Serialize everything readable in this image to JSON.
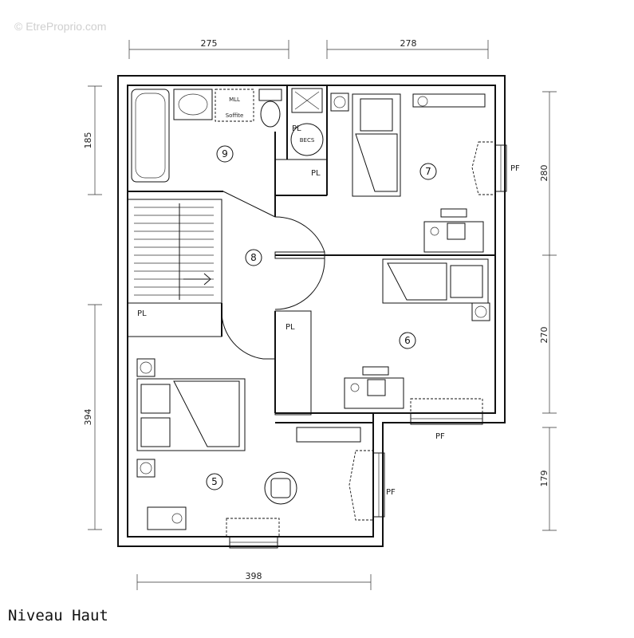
{
  "watermark": "© EtreProprio.com",
  "title": "Niveau Haut",
  "dimensions": {
    "top_left": "275",
    "top_right": "278",
    "left_top": "185",
    "left_bottom": "394",
    "right_top": "280",
    "right_middle": "270",
    "right_bottom": "179",
    "bottom": "398"
  },
  "rooms": {
    "r5": "5",
    "r6": "6",
    "r7": "7",
    "r8": "8",
    "r9": "9"
  },
  "labels": {
    "pl": "PL",
    "pf": "PF",
    "becs": "BECS",
    "mll": "MLL",
    "soffite": "Soffite"
  }
}
